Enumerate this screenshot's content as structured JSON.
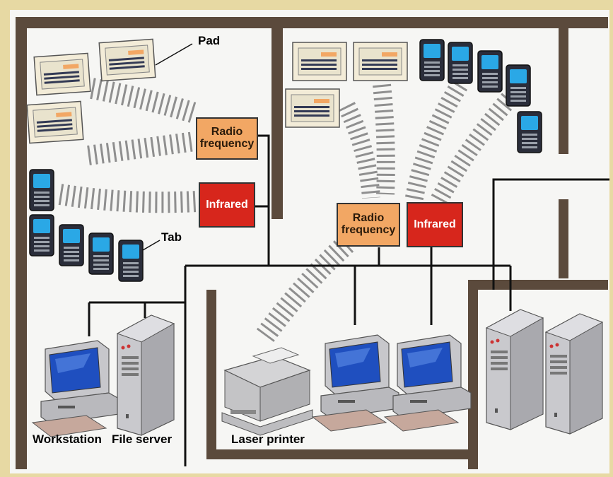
{
  "labels": {
    "pad": "Pad",
    "tab": "Tab",
    "workstation": "Workstation",
    "file_server": "File server",
    "laser_printer": "Laser printer"
  },
  "transceivers": {
    "left_radio": "Radio frequency",
    "left_infrared": "Infrared",
    "center_radio": "Radio frequency",
    "center_infrared": "Infrared"
  },
  "colors": {
    "background": "#e7d9a3",
    "floor": "#f6f6f4",
    "wall": "#5b4a3c",
    "radio_box": "#f2a764",
    "infrared_box": "#d7261c",
    "signal": "#8a8a8a",
    "device_screen": "#2aa8e6"
  }
}
